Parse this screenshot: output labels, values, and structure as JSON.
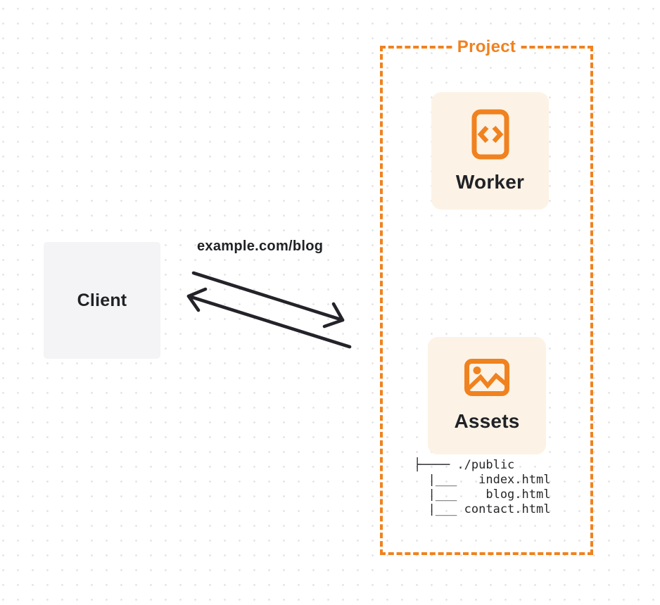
{
  "client": {
    "label": "Client"
  },
  "request": {
    "label": "example.com/blog"
  },
  "project": {
    "label": "Project",
    "worker": {
      "label": "Worker",
      "icon": "code-file-icon"
    },
    "assets": {
      "label": "Assets",
      "icon": "image-icon"
    },
    "file_tree": {
      "lines": [
        "├──── ./public",
        "  |___   index.html",
        "  |___    blog.html",
        "  |___ contact.html"
      ]
    }
  },
  "colors": {
    "accent_orange": "#f0821f",
    "card_background": "#fcf3e6",
    "client_background": "#f4f4f6",
    "ink": "#1f2125",
    "arrow": "#232329",
    "dot_grid": "#e4e4e7"
  }
}
